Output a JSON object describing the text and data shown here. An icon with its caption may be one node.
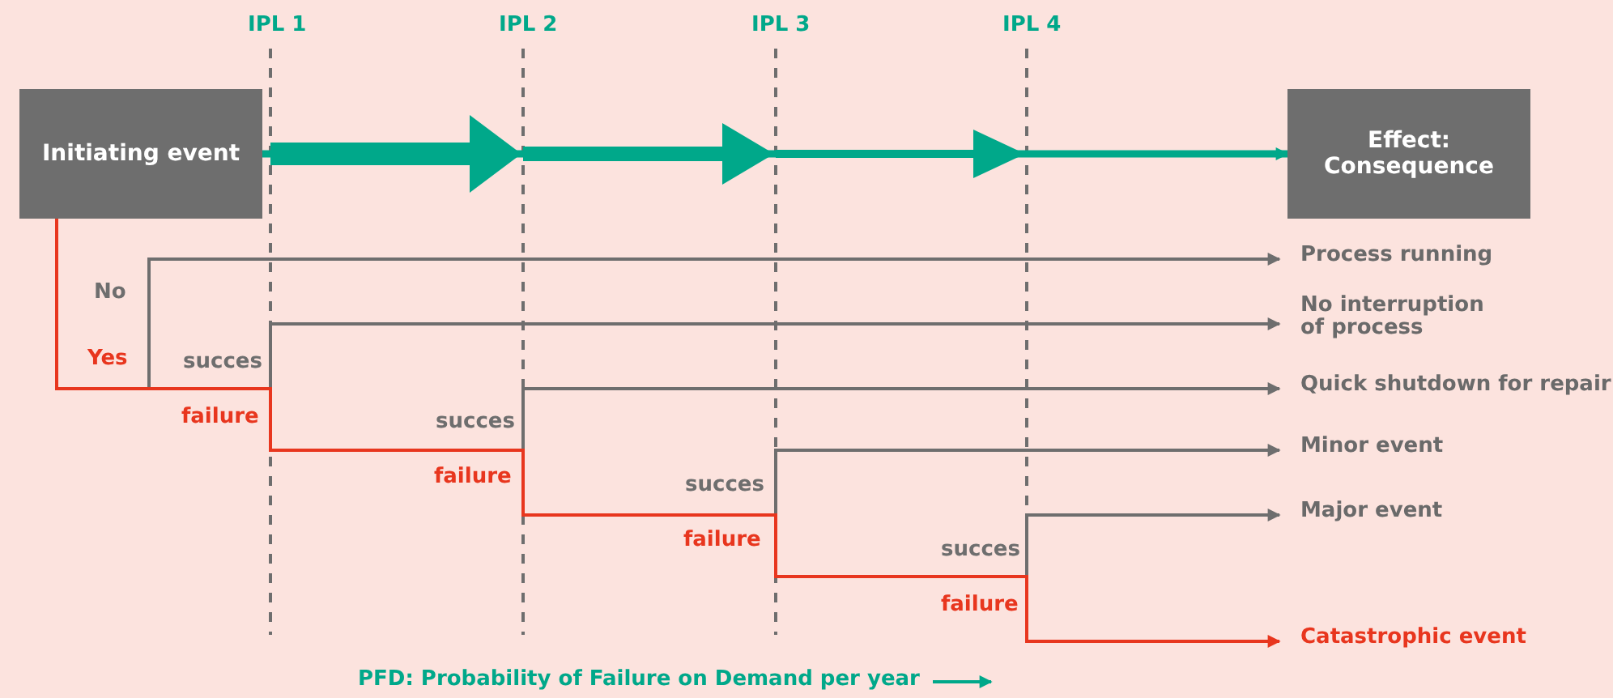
{
  "diagram": {
    "nodes": [
      {
        "text": [
          "Initiating event"
        ]
      },
      {
        "text": [
          "Effect: Consequence"
        ]
      },
      {
        "text": [
          "Process running"
        ]
      },
      {
        "text": [
          "No interruption of process"
        ]
      },
      {
        "text": [
          "Quick shutdown for repair"
        ]
      },
      {
        "text": [
          "Minor event"
        ]
      },
      {
        "text": [
          "Major event"
        ]
      },
      {
        "text": [
          "Catastrophic event"
        ]
      }
    ],
    "edges": [
      {
        "from": 0,
        "to": 1,
        "arrow": "to",
        "style": "thick",
        "color": "#00a88a"
      },
      {
        "from": 0,
        "to": 2,
        "arrow": "to"
      },
      {
        "from": 0,
        "to": 3,
        "arrow": "to"
      },
      {
        "from": 0,
        "to": 4,
        "arrow": "to"
      },
      {
        "from": 0,
        "to": 5,
        "arrow": "to"
      },
      {
        "from": 0,
        "to": 6,
        "arrow": "to"
      },
      {
        "from": 0,
        "to": 7,
        "arrow": "to",
        "color": "#e8361e"
      }
    ],
    "labels": [
      "IPL 1",
      "IPL 2",
      "IPL 3",
      "IPL 4",
      "No",
      "Yes",
      "succes",
      "failure",
      "succes",
      "failure",
      "succes",
      "failure",
      "succes",
      "failure",
      "PFD: Probability of Failure on Demand per year"
    ]
  }
}
